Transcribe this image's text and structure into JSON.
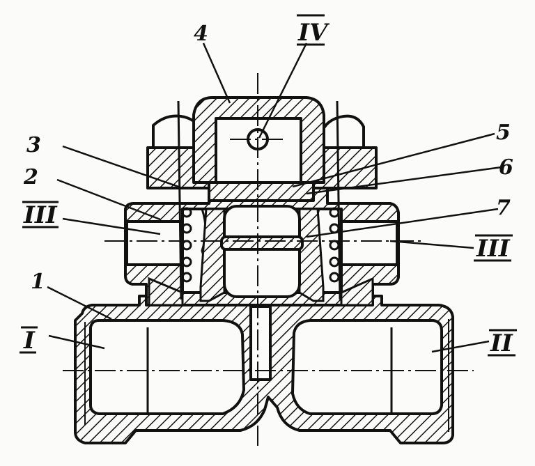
{
  "labels": {
    "part_1": "1",
    "part_2": "2",
    "part_3": "3",
    "part_4": "4",
    "part_5": "5",
    "part_6": "6",
    "part_7": "7",
    "port_I": "I",
    "port_II": "II",
    "port_III_left": "III",
    "port_III_right": "III",
    "port_IV": "IV"
  },
  "colors": {
    "ink": "#111111",
    "paper": "#fbfbf9"
  }
}
